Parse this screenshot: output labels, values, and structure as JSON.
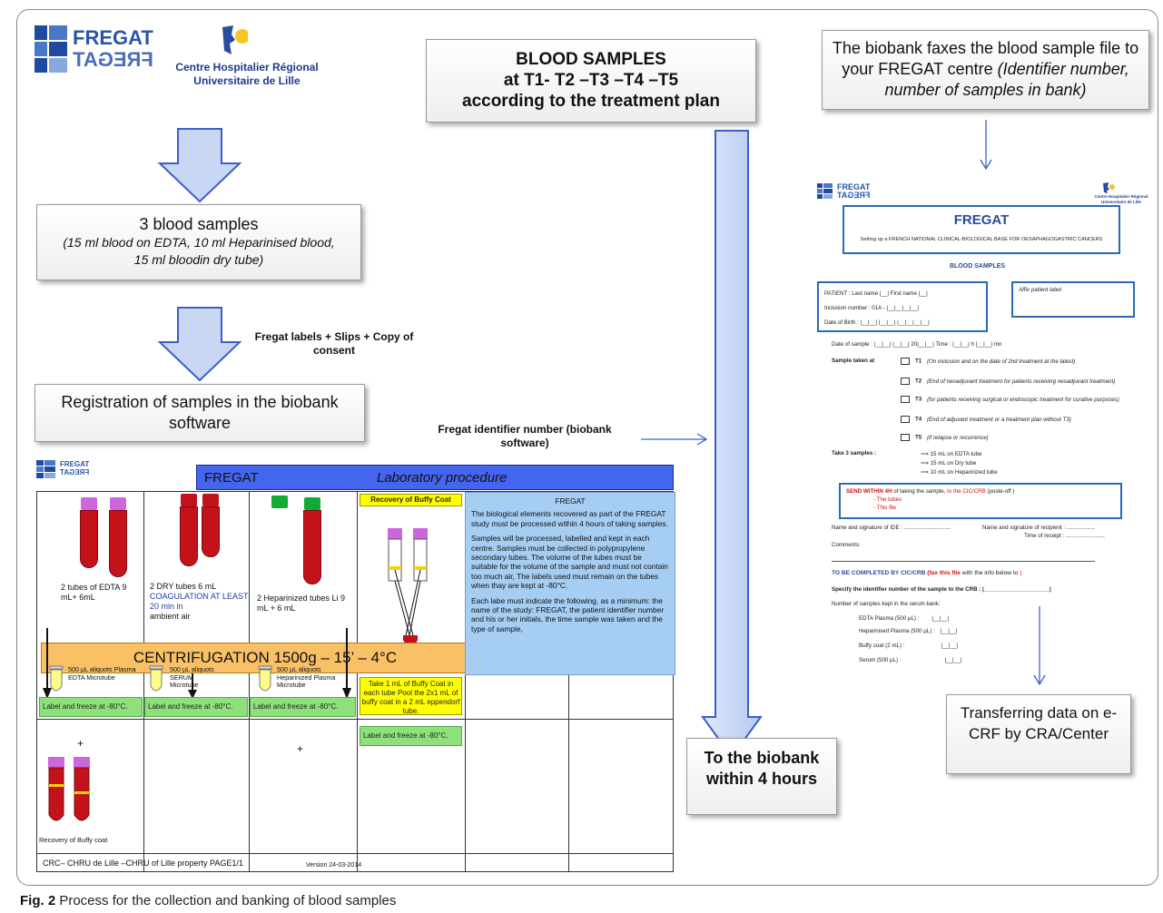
{
  "logos": {
    "fregat_main": "FREGAT",
    "fregat_mirror": "FREGAT",
    "chru_line1": "Centre Hospitalier Régional",
    "chru_line2": "Universitaire de Lille"
  },
  "boxes": {
    "blood_samples_header": {
      "line1": "BLOOD SAMPLES",
      "line2": "at T1- T2 –T3 –T4 –T5",
      "line3": "according to the treatment plan"
    },
    "three_samples": {
      "title": "3 blood samples",
      "detail": "(15 ml blood on EDTA, 10 ml  Heparinised blood, 15 ml bloodin dry tube)"
    },
    "registration": "Registration of samples in the biobank software",
    "biobank_fax": {
      "line": "The biobank faxes the blood sample file to your FREGAT centre",
      "italic": "(Identifier number, number of samples in bank)"
    },
    "to_biobank": "To the biobank within 4 hours",
    "transferring": "Transferring data on e-CRF by CRA/Center"
  },
  "notes": {
    "labels_slips": "Fregat labels + Slips + Copy of consent",
    "identifier_number": "Fregat identifier number (biobank software)"
  },
  "lab_sheet": {
    "title_left": "FREGAT",
    "title_right": "Laboratory procedure",
    "col1_text": "2 tubes of EDTA 9 mL+ 6mL",
    "col2_text_a": "2 DRY tubes 6 mL",
    "col2_text_b": "COAGULATION AT LEAST 20 min in",
    "col2_text_c": "ambient air",
    "col3_text": "2 Heparinized tubes Li 9 mL + 6 mL",
    "buffy_header": "Recovery of Buffy Coat",
    "centrifugation": "CENTRIFUGATION 1500g – 15’ – 4°C",
    "aliquot1": "500 µL aliquots Plasma EDTA Microtube",
    "aliquot2": "500 µL aliquots SERUM Microtube",
    "aliquot3": "500 µL aliquots Heparinized Plasma Microtube",
    "label_freeze": "Label and freeze at -80°C.",
    "buffy_instructions": "Take 1 mL of Buffy Coat in each tube Pool the 2x1 mL of buffy coat in a 2 mL eppendorf tube.",
    "plus": "+",
    "recovery_buffy_coat": "Recovery of Buffy coat",
    "footer": "CRC– CHRU de Lille –CHRU of Lille property PAGE1/1",
    "version": "Version 24-03-2014",
    "info_title": "FREGAT",
    "info_p1": "The biological elements recovered as part of the FREGAT study must be processed within 4 hours of taking samples.",
    "info_p2": "Samples will be processed, labelled and kept in each centre. Samples must be collected in polypropylene secondary tubes. The volume of the tubes must be suitable for the volume of the sample and must not contain too much air, The labels used must remain on the tubes when thay are kept at -80°C.",
    "info_p3": "Each labe must indicate the following, as a minimum: the name of the study: FREGAT, the patient identifier number and his or her initials, the time sample was taken and the type of sample,"
  },
  "form": {
    "title": "FREGAT",
    "subtitle": "Setting up a FRENCH NATIONAL CLINICAL-BIOLOGICAL BASE FOR OESAPHAGOGASTRIC CANCERS",
    "section": "BLOOD SAMPLES",
    "patient_line": "PATIENT :  Last name  |__|       First name |__|",
    "inclusion": "Inclusion number : 01A - |__|__|__|__|",
    "dob": "Date of Birth  :  |__|__| |__|__| |__|__|__|__|",
    "affix": "Affix patient label",
    "date_sample": "Date of sample : |__|__|  |__|__|  20|__|__|    Time : |__|__| h  |__|__| mn",
    "sample_taken_at": "Sample taken at",
    "t1": "T1",
    "t1_desc": "(On inclusion and on the date of 2nd treatment at the latest)",
    "t2": "T2",
    "t2_desc": "(End of neoadjuvant treatment for patients receiving neoadjuvant treatment)",
    "t3": "T3",
    "t3_desc": "(for patients receiving surgical or endoscopic treatment for curative purposes)",
    "t4": "T4",
    "t4_desc": "(End of adjuvant treatment or a treatment plan without T3)",
    "t5": "T5",
    "t5_desc": "(if relapse or recurrence)",
    "take3": "Take 3 samples :",
    "s1": "15 mL on EDTA tube",
    "s2": "15 mL on Dry tube",
    "s3": "10 mL on Heparinized tube",
    "send_within": "SEND WITHIN 4H",
    "send_rest": "of taking the sample,",
    "send_to": "to the CIC/CRB",
    "send_post": "(poste-off      )",
    "bullet1": "The tubes",
    "bullet2": "This file",
    "name_ide": "Name and signature of IDE : ..............................",
    "name_recipient": "Name and signature of recipient : ..................",
    "time_receipt": "Time of receipt : .........................",
    "comments": "Comments:",
    "to_be_completed": "TO BE COMPLETED BY CIC/CRB",
    "fax_this": "(fax this file",
    "with_info": "with the info below to",
    "specify": "Specify the identifier number of the sample to the CRB :  |_____________________|",
    "number_kept": "Number of samples kept in the serum bank:",
    "edta_plasma": "EDTA Plasma (500 µL) :",
    "hep_plasma": "Heparinised Plasma (500 µL) :",
    "buffy": "Buffy coat (2 mL) :",
    "serum": "Serum (500 µL) :",
    "slots": "|__|__|"
  },
  "caption": {
    "label": "Fig. 2",
    "text": "Process for the collection and banking of blood samples"
  },
  "colors": {
    "arrow_fill": "#c9d7f5",
    "arrow_stroke": "#3a5fc8",
    "blue_bar": "#4466ee",
    "tube_red": "#c4121b",
    "cap_purple": "#cc66dd",
    "cap_green": "#11aa33",
    "centrifugation": "#f9c066",
    "green_label": "#8ee07a",
    "info_blue": "#a6cdf2",
    "form_blue": "#2a6ab8"
  }
}
